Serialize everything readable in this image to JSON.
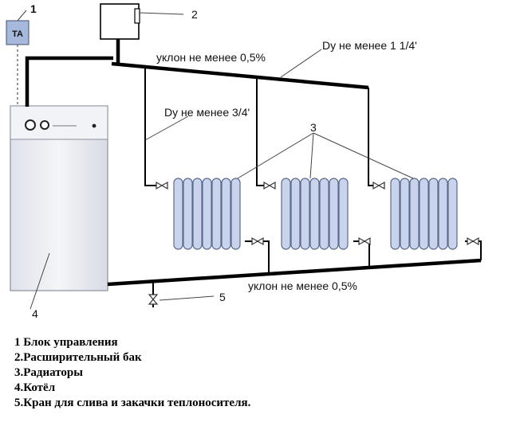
{
  "callouts": {
    "n1": "1",
    "n2": "2",
    "n3": "3",
    "n4": "4",
    "n5": "5"
  },
  "control_unit_abbr": "TA",
  "labels": {
    "slope_top": "уклон не менее 0,5%",
    "supply_main": "Dy не менее 1 1/4'",
    "riser": "Dy не менее 3/4'",
    "slope_bottom": "уклон не менее 0,5%"
  },
  "legend": [
    "1 Блок управления",
    "2.Расширительный бак",
    "3.Радиаторы",
    "4.Котёл",
    "5.Кран для слива и закачки теплоносителя."
  ],
  "colors": {
    "pipe": "#000000",
    "radiator_fill": "#c9d3ec",
    "radiator_stroke": "#5b6b8c",
    "boiler_body": "#eceef3",
    "control_unit": "#a6b8dc"
  }
}
